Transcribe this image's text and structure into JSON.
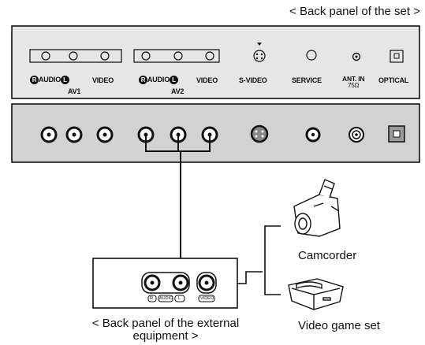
{
  "captions": {
    "top": "< Back panel of the set >",
    "bottom_left_line1": "< Back panel of the external",
    "bottom_left_line2": "equipment >",
    "camcorder": "Camcorder",
    "game": "Video game set"
  },
  "panel_labels": {
    "av1_audio_r": "R",
    "av1_audio": "AUDIO",
    "av1_audio_l": "L",
    "av1_video": "VIDEO",
    "av1": "AV1",
    "av2_audio_r": "R",
    "av2_audio": "AUDIO",
    "av2_audio_l": "L",
    "av2_video": "VIDEO",
    "av2": "AV2",
    "svideo": "S-VIDEO",
    "service": "SERVICE",
    "antin": "ANT. IN",
    "antin_ohm": "75Ω",
    "optical": "OPTICAL"
  },
  "device_labels": {
    "r": "R",
    "audio": "AUDIO",
    "l": "L",
    "video": "VIDEO"
  }
}
